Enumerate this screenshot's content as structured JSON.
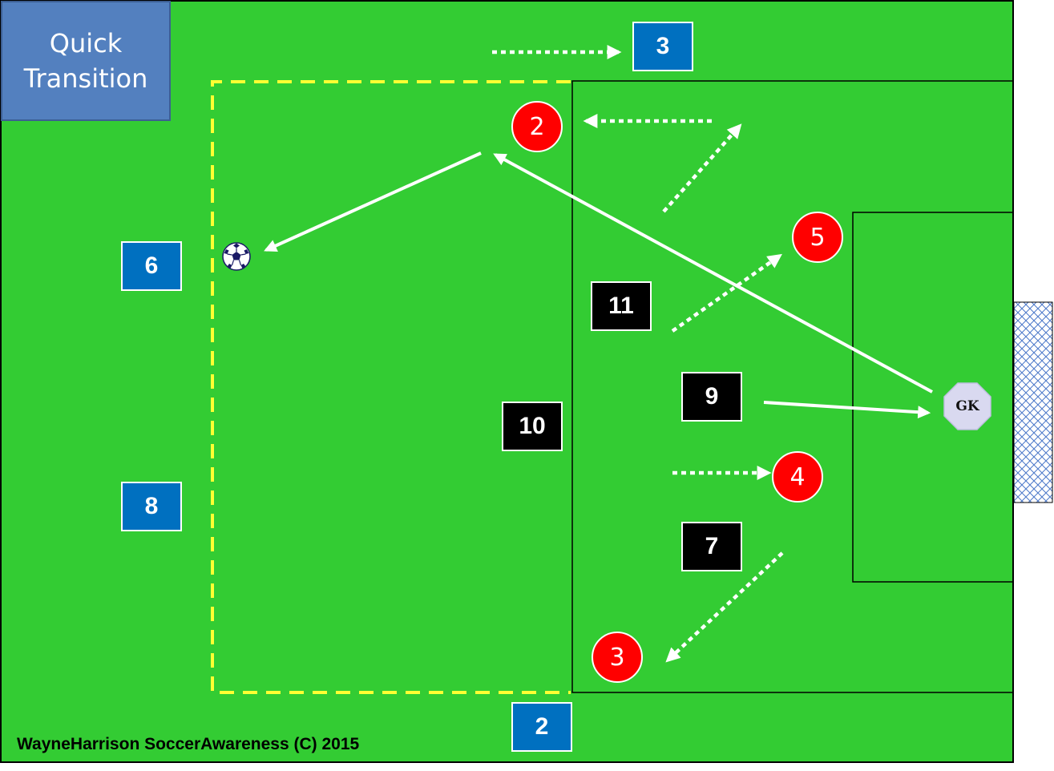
{
  "title": {
    "line1": "Quick",
    "line2": "Transition"
  },
  "credit": "WayneHarrison SoccerAwareness (C) 2015",
  "colors": {
    "pitch": "#33cc33",
    "team_blue": "#0070c0",
    "team_black": "#000000",
    "team_red": "#ff0000",
    "goalkeeper": "#d9d9f0",
    "zone_line": "#ffff33",
    "arrows": "#ffffff"
  },
  "players": {
    "blue": [
      "3",
      "6",
      "8",
      "2"
    ],
    "black": [
      "11",
      "9",
      "10",
      "7"
    ],
    "red": [
      "2",
      "5",
      "4",
      "3"
    ],
    "goalkeeper": "GK"
  },
  "icons": {
    "ball": "soccer-ball-icon",
    "goal_net": "goal-net-icon"
  }
}
